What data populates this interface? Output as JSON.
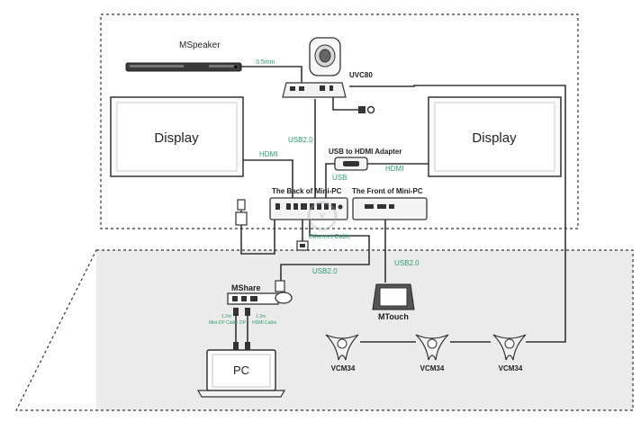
{
  "labels": {
    "mspeaker": "MSpeaker",
    "jack35": "3.5mm",
    "uvc80": "UVC80",
    "display_left": "Display",
    "display_right": "Display",
    "usb20_top": "USB2.0",
    "hdmi_left": "HDMI",
    "usb_hdmi_adapter": "USB to HDMI Adapter",
    "usb": "USB",
    "hdmi_right": "HDMI",
    "back_of_mini_pc": "The Back of Mini-PC",
    "front_of_mini_pc": "The Front of Mini-PC",
    "ethernet_cable": "Ethernet Cable",
    "usb20_mid": "USB2.0",
    "usb20_right": "USB2.0",
    "mshare": "MShare",
    "len_left": "1.2m",
    "cable_minidp": "Mini-DP Cable",
    "dp": "DP",
    "len_right": "1.2m",
    "cable_hdmi": "HDMI Cable",
    "mtouch": "MTouch",
    "pc": "PC",
    "vcm34_1": "VCM34",
    "vcm34_2": "VCM34",
    "vcm34_3": "VCM34"
  },
  "colors": {
    "line": "#333333",
    "room_fill": "#ebebeb",
    "cable_label": "#2e9a6e",
    "device_fill": "#f4f4f4",
    "dark": "#2a2a2a"
  }
}
